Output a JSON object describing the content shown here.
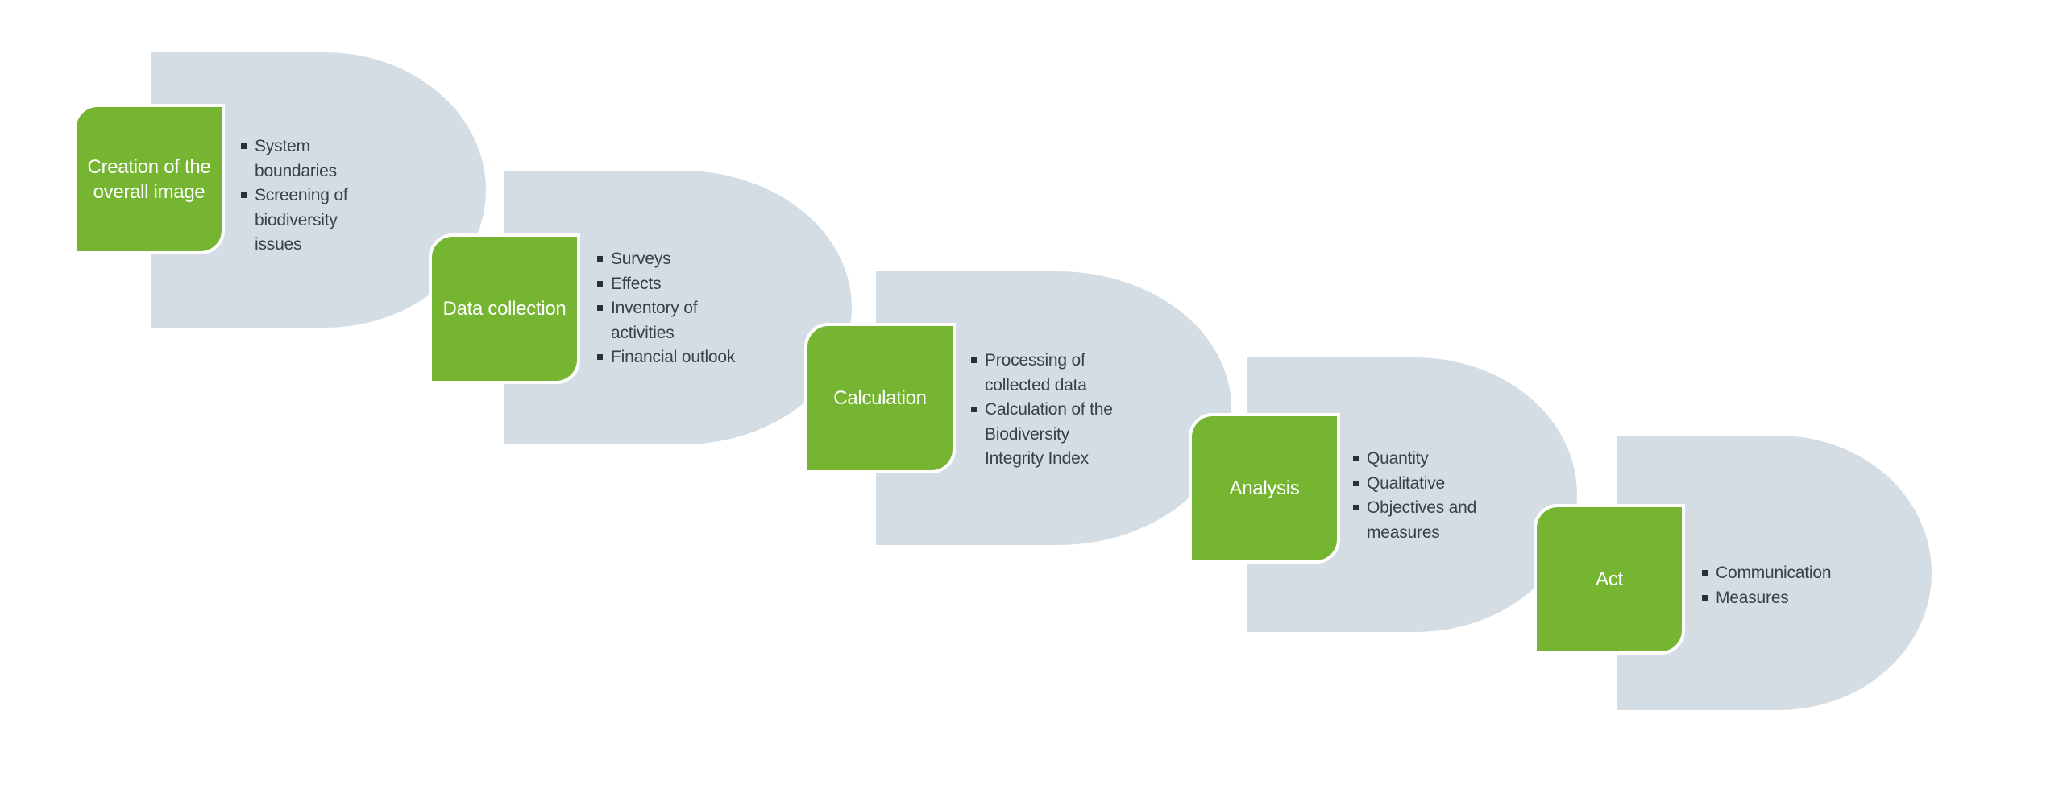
{
  "diagram": {
    "type": "process-flow",
    "colors": {
      "step_box": "#76b531",
      "step_text": "#ffffff",
      "panel": "#d5dde4",
      "bullet_text": "#3b4048"
    },
    "steps": [
      {
        "title": "Creation of the overall image",
        "items": [
          "System boundaries",
          "Screening of biodiversity issues"
        ]
      },
      {
        "title": "Data collection",
        "items": [
          "Surveys",
          "Effects",
          "Inventory of activities",
          "Financial outlook"
        ]
      },
      {
        "title": "Calculation",
        "items": [
          "Processing of collected data",
          "Calculation of the Biodiversity Integrity Index"
        ]
      },
      {
        "title": "Analysis",
        "items": [
          "Quantity",
          "Qualitative",
          "Objectives and measures"
        ]
      },
      {
        "title": "Act",
        "items": [
          "Communication",
          "Measures"
        ]
      }
    ]
  }
}
